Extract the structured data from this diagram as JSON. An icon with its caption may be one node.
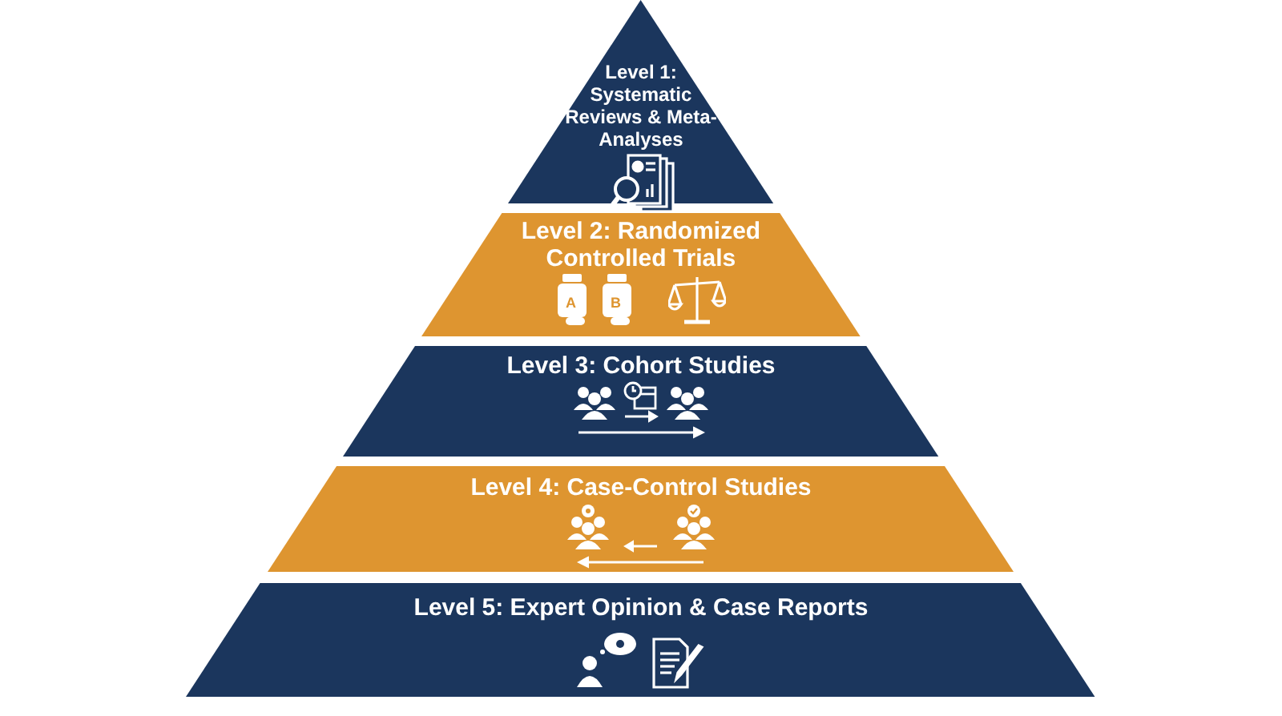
{
  "diagram": {
    "nodes": [
      {
        "text": [
          "Level 1: Systematic Reviews & Meta-Analyses"
        ]
      },
      {
        "text": [
          "Level 2: Randomized Controlled Trials"
        ]
      },
      {
        "text": [
          "Level 3: Cohort Studies"
        ]
      },
      {
        "text": [
          "Level 4: Case-Control Studies"
        ]
      },
      {
        "text": [
          "Level 5: Expert Opinion & Case Reports"
        ]
      }
    ],
    "labels": [
      "A",
      "B"
    ]
  }
}
